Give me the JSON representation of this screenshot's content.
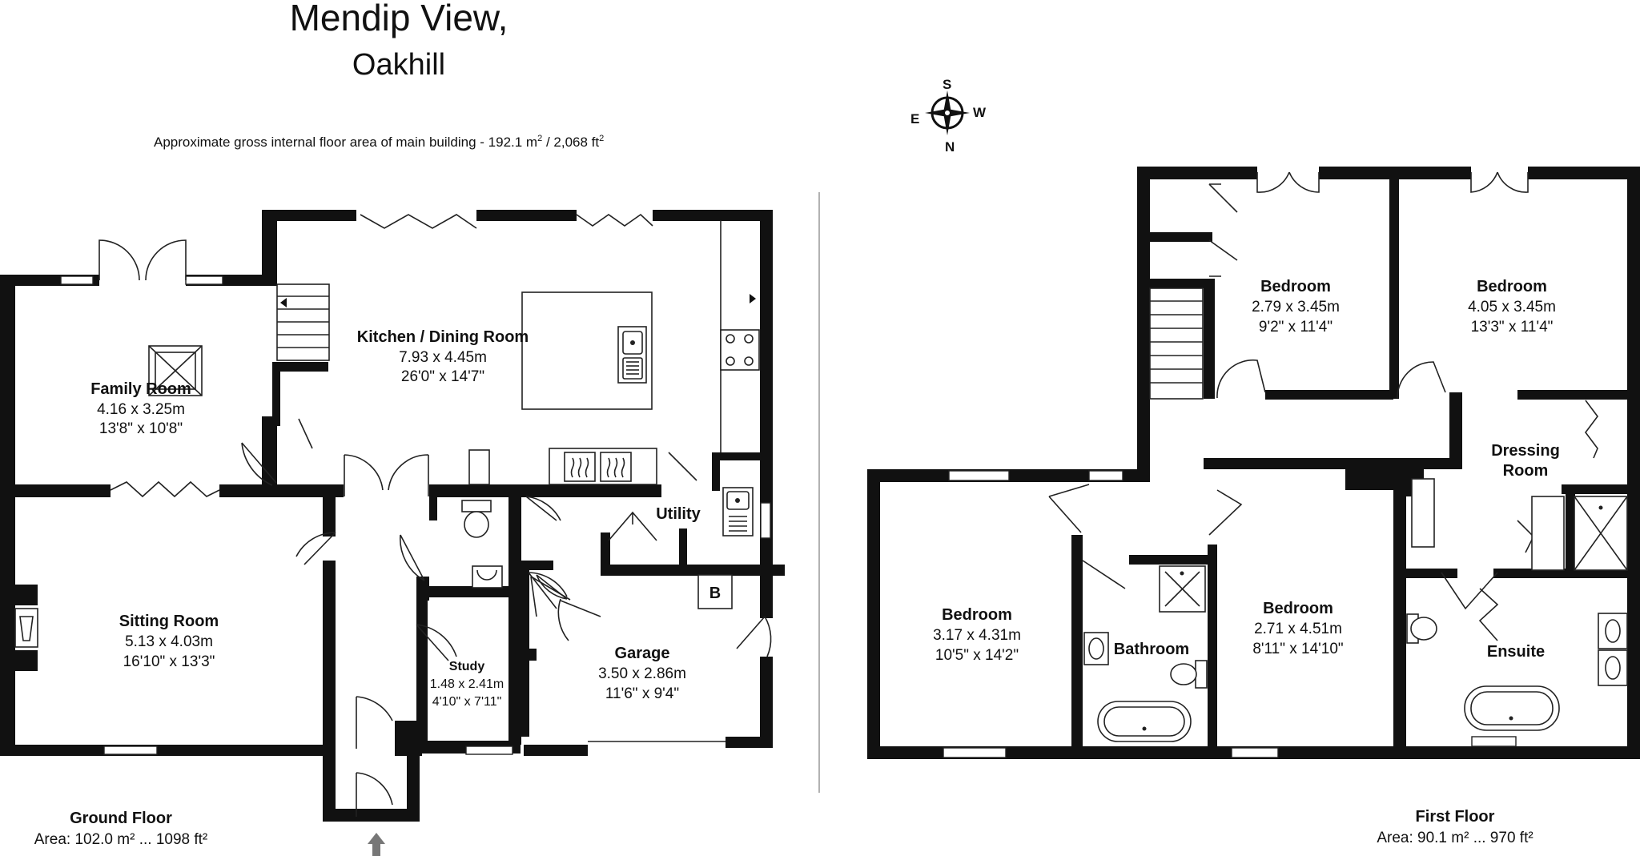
{
  "header": {
    "title_line1": "Mendip View,",
    "title_line2": "Oakhill",
    "area_prefix": "Approximate gross internal floor area of main building  -  192.1 m",
    "area_sup1": "2",
    "area_mid": " /  2,068 ft",
    "area_sup2": "2"
  },
  "compass": {
    "s": "S",
    "w": "W",
    "e": "E",
    "n": "N"
  },
  "ground_floor": {
    "label": "Ground Floor",
    "area": "Area: 102.0 m² ... 1098 ft²",
    "rooms": {
      "kitchen": {
        "name": "Kitchen / Dining Room",
        "metric": "7.93 x 4.45m",
        "imperial": "26'0\" x 14'7\""
      },
      "family": {
        "name": "Family Room",
        "metric": "4.16 x 3.25m",
        "imperial": "13'8\" x 10'8\""
      },
      "sitting": {
        "name": "Sitting Room",
        "metric": "5.13 x 4.03m",
        "imperial": "16'10\" x 13'3\""
      },
      "utility": {
        "name": "Utility"
      },
      "garage": {
        "name": "Garage",
        "metric": "3.50 x 2.86m",
        "imperial": "11'6\" x 9'4\""
      },
      "study": {
        "name": "Study",
        "metric": "1.48 x 2.41m",
        "imperial": "4'10\" x 7'11\""
      },
      "boiler": {
        "name": "B"
      }
    }
  },
  "first_floor": {
    "label": "First Floor",
    "area": "Area: 90.1 m² ... 970 ft²",
    "rooms": {
      "bed_a": {
        "name": "Bedroom",
        "metric": "2.79 x 3.45m",
        "imperial": "9'2\" x 11'4\""
      },
      "bed_b": {
        "name": "Bedroom",
        "metric": "4.05 x 3.45m",
        "imperial": "13'3\" x 11'4\""
      },
      "bed_c": {
        "name": "Bedroom",
        "metric": "3.17 x 4.31m",
        "imperial": "10'5\" x 14'2\""
      },
      "bed_d": {
        "name": "Bedroom",
        "metric": "2.71 x 4.51m",
        "imperial": "8'11\" x 14'10\""
      },
      "bathroom": {
        "name": "Bathroom"
      },
      "dressing": {
        "name_line1": "Dressing",
        "name_line2": "Room"
      },
      "ensuite": {
        "name": "Ensuite"
      }
    }
  }
}
